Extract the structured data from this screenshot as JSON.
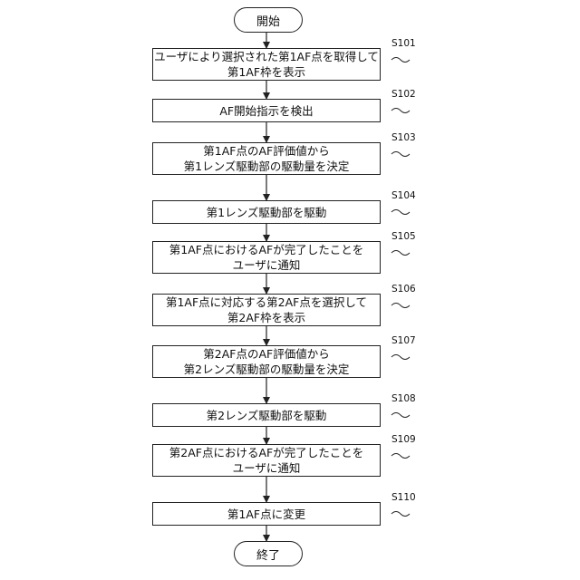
{
  "start_label": "開始",
  "end_label": "終了",
  "steps": [
    {
      "id": "S101",
      "lines": [
        "ユーザにより選択された第1AF点を取得して",
        "第1AF枠を表示"
      ]
    },
    {
      "id": "S102",
      "lines": [
        "AF開始指示を検出"
      ]
    },
    {
      "id": "S103",
      "lines": [
        "第1AF点のAF評価値から",
        "第1レンズ駆動部の駆動量を決定"
      ]
    },
    {
      "id": "S104",
      "lines": [
        "第1レンズ駆動部を駆動"
      ]
    },
    {
      "id": "S105",
      "lines": [
        "第1AF点におけるAFが完了したことを",
        "ユーザに通知"
      ]
    },
    {
      "id": "S106",
      "lines": [
        "第1AF点に対応する第2AF点を選択して",
        "第2AF枠を表示"
      ]
    },
    {
      "id": "S107",
      "lines": [
        "第2AF点のAF評価値から",
        "第2レンズ駆動部の駆動量を決定"
      ]
    },
    {
      "id": "S108",
      "lines": [
        "第2レンズ駆動部を駆動"
      ]
    },
    {
      "id": "S109",
      "lines": [
        "第2AF点におけるAFが完了したことを",
        "ユーザに通知"
      ]
    },
    {
      "id": "S110",
      "lines": [
        "第1AF点に変更"
      ]
    }
  ]
}
